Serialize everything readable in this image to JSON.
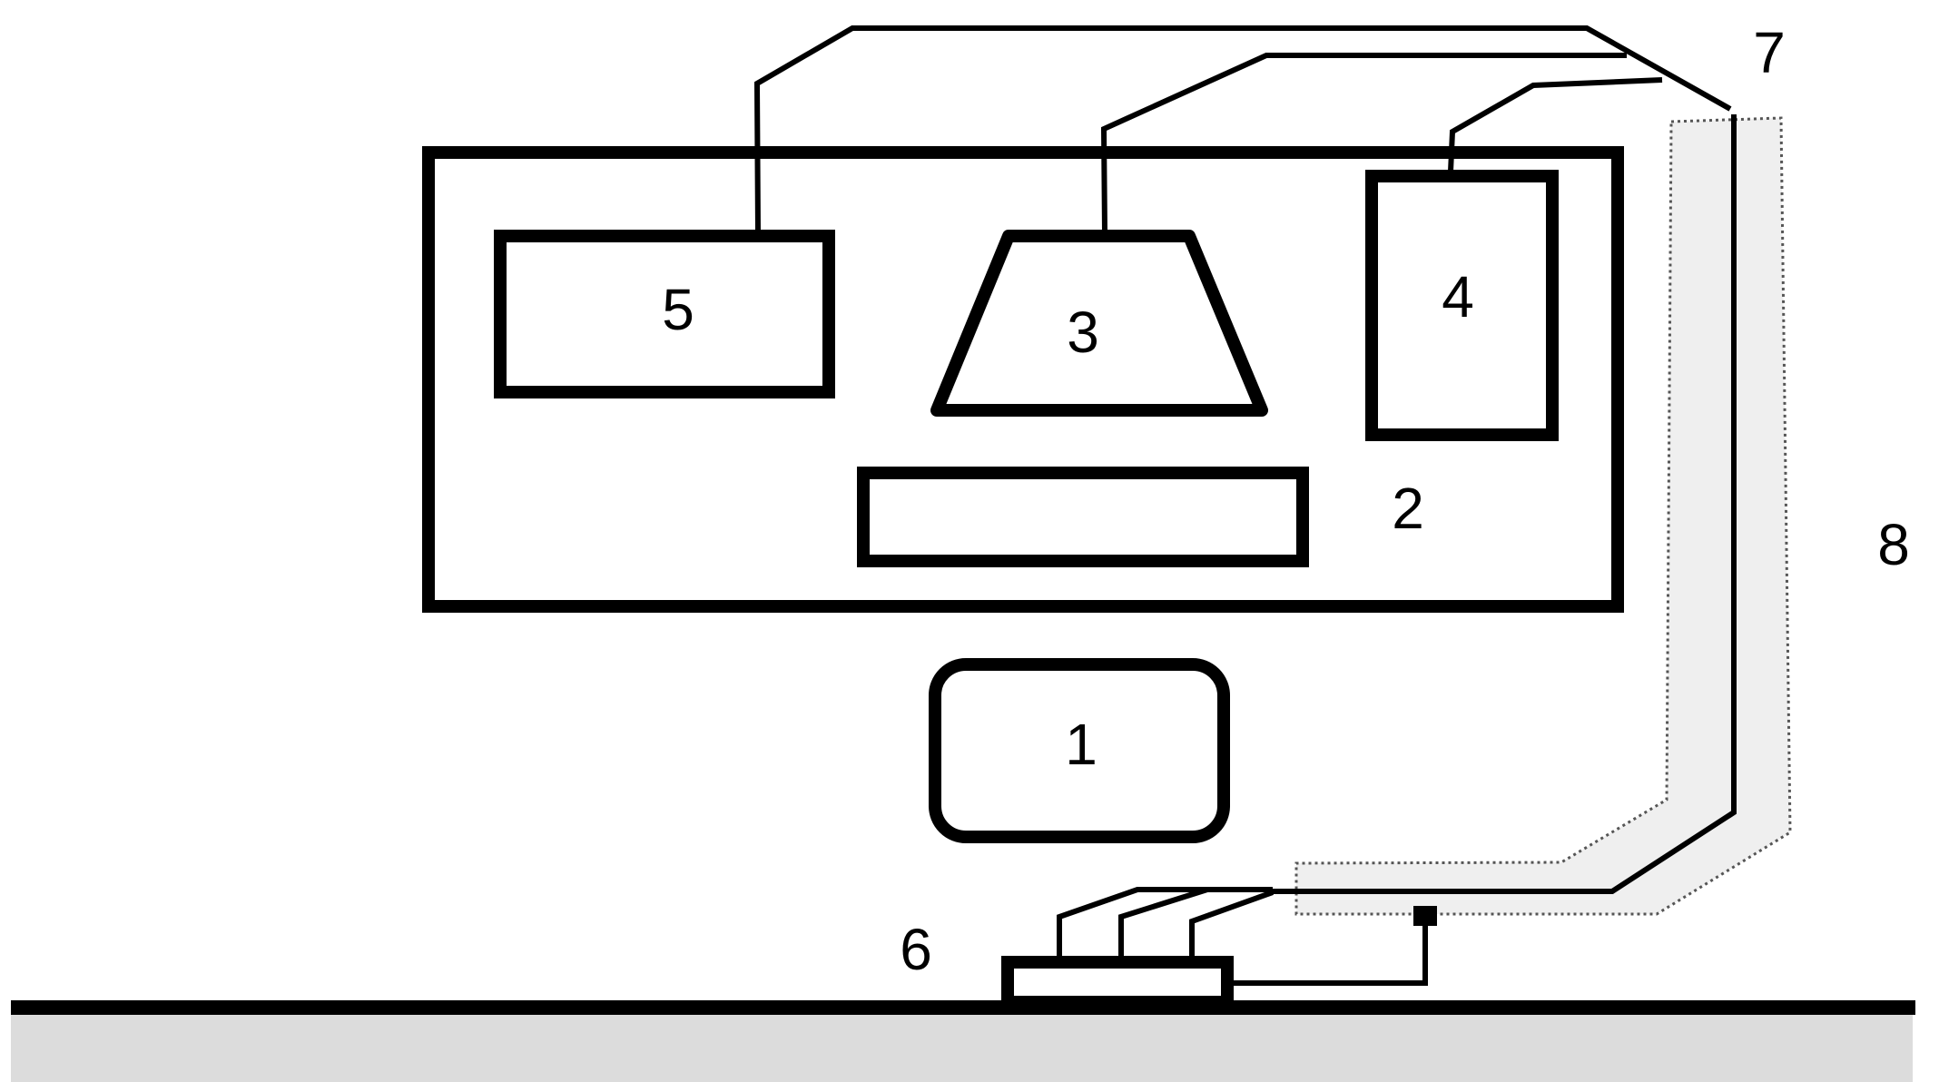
{
  "diagram": {
    "labels": {
      "component_1": "1",
      "component_2": "2",
      "component_3": "3",
      "component_4": "4",
      "component_5": "5",
      "component_6": "6",
      "component_7": "7",
      "component_8": "8"
    },
    "colors": {
      "stroke": "#000000",
      "background": "#ffffff",
      "ground_fill": "#dcdcdc",
      "cable_channel_fill": "#efefef",
      "cable_channel_outline": "#555555"
    }
  }
}
